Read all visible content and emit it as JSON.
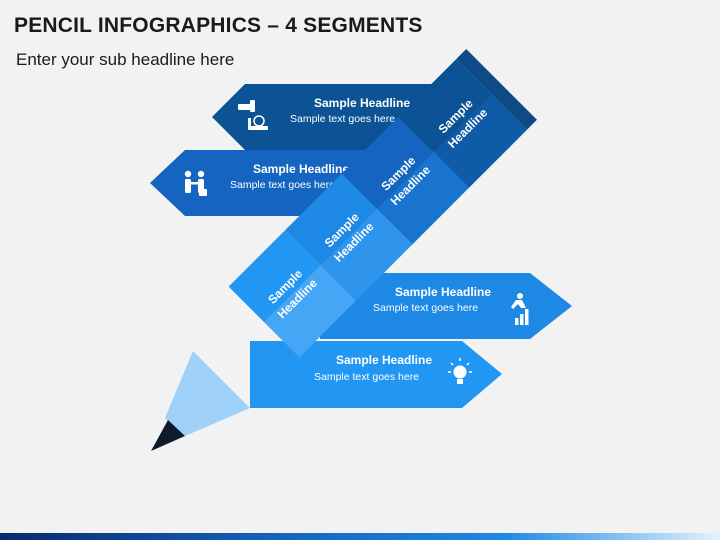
{
  "title": "PENCIL INFOGRAPHICS – 4 SEGMENTS",
  "subtitle": "Enter your sub headline here",
  "colors": {
    "background": "#f2f2f2",
    "seg1": "#0b5394",
    "seg2": "#1565c0",
    "seg3": "#1e88e5",
    "seg4": "#2196f3",
    "tip_wood": "#9fd0f8",
    "lead": "#0d1b2a"
  },
  "segments": [
    {
      "pencil_line1": "Sample",
      "pencil_line2": "Headline",
      "headline": "Sample Headline",
      "text": "Sample text goes here.",
      "icon": "money-hand-icon"
    },
    {
      "pencil_line1": "Sample",
      "pencil_line2": "Headline",
      "headline": "Sample Headline",
      "text": "Sample text goes here",
      "icon": "handshake-icon"
    },
    {
      "pencil_line1": "Sample",
      "pencil_line2": "Headline",
      "headline": "Sample Headline",
      "text": "Sample text goes here",
      "icon": "career-stairs-icon"
    },
    {
      "pencil_line1": "Sample",
      "pencil_line2": "Headline",
      "headline": "Sample Headline",
      "text": "Sample text goes here",
      "icon": "lightbulb-icon"
    }
  ]
}
